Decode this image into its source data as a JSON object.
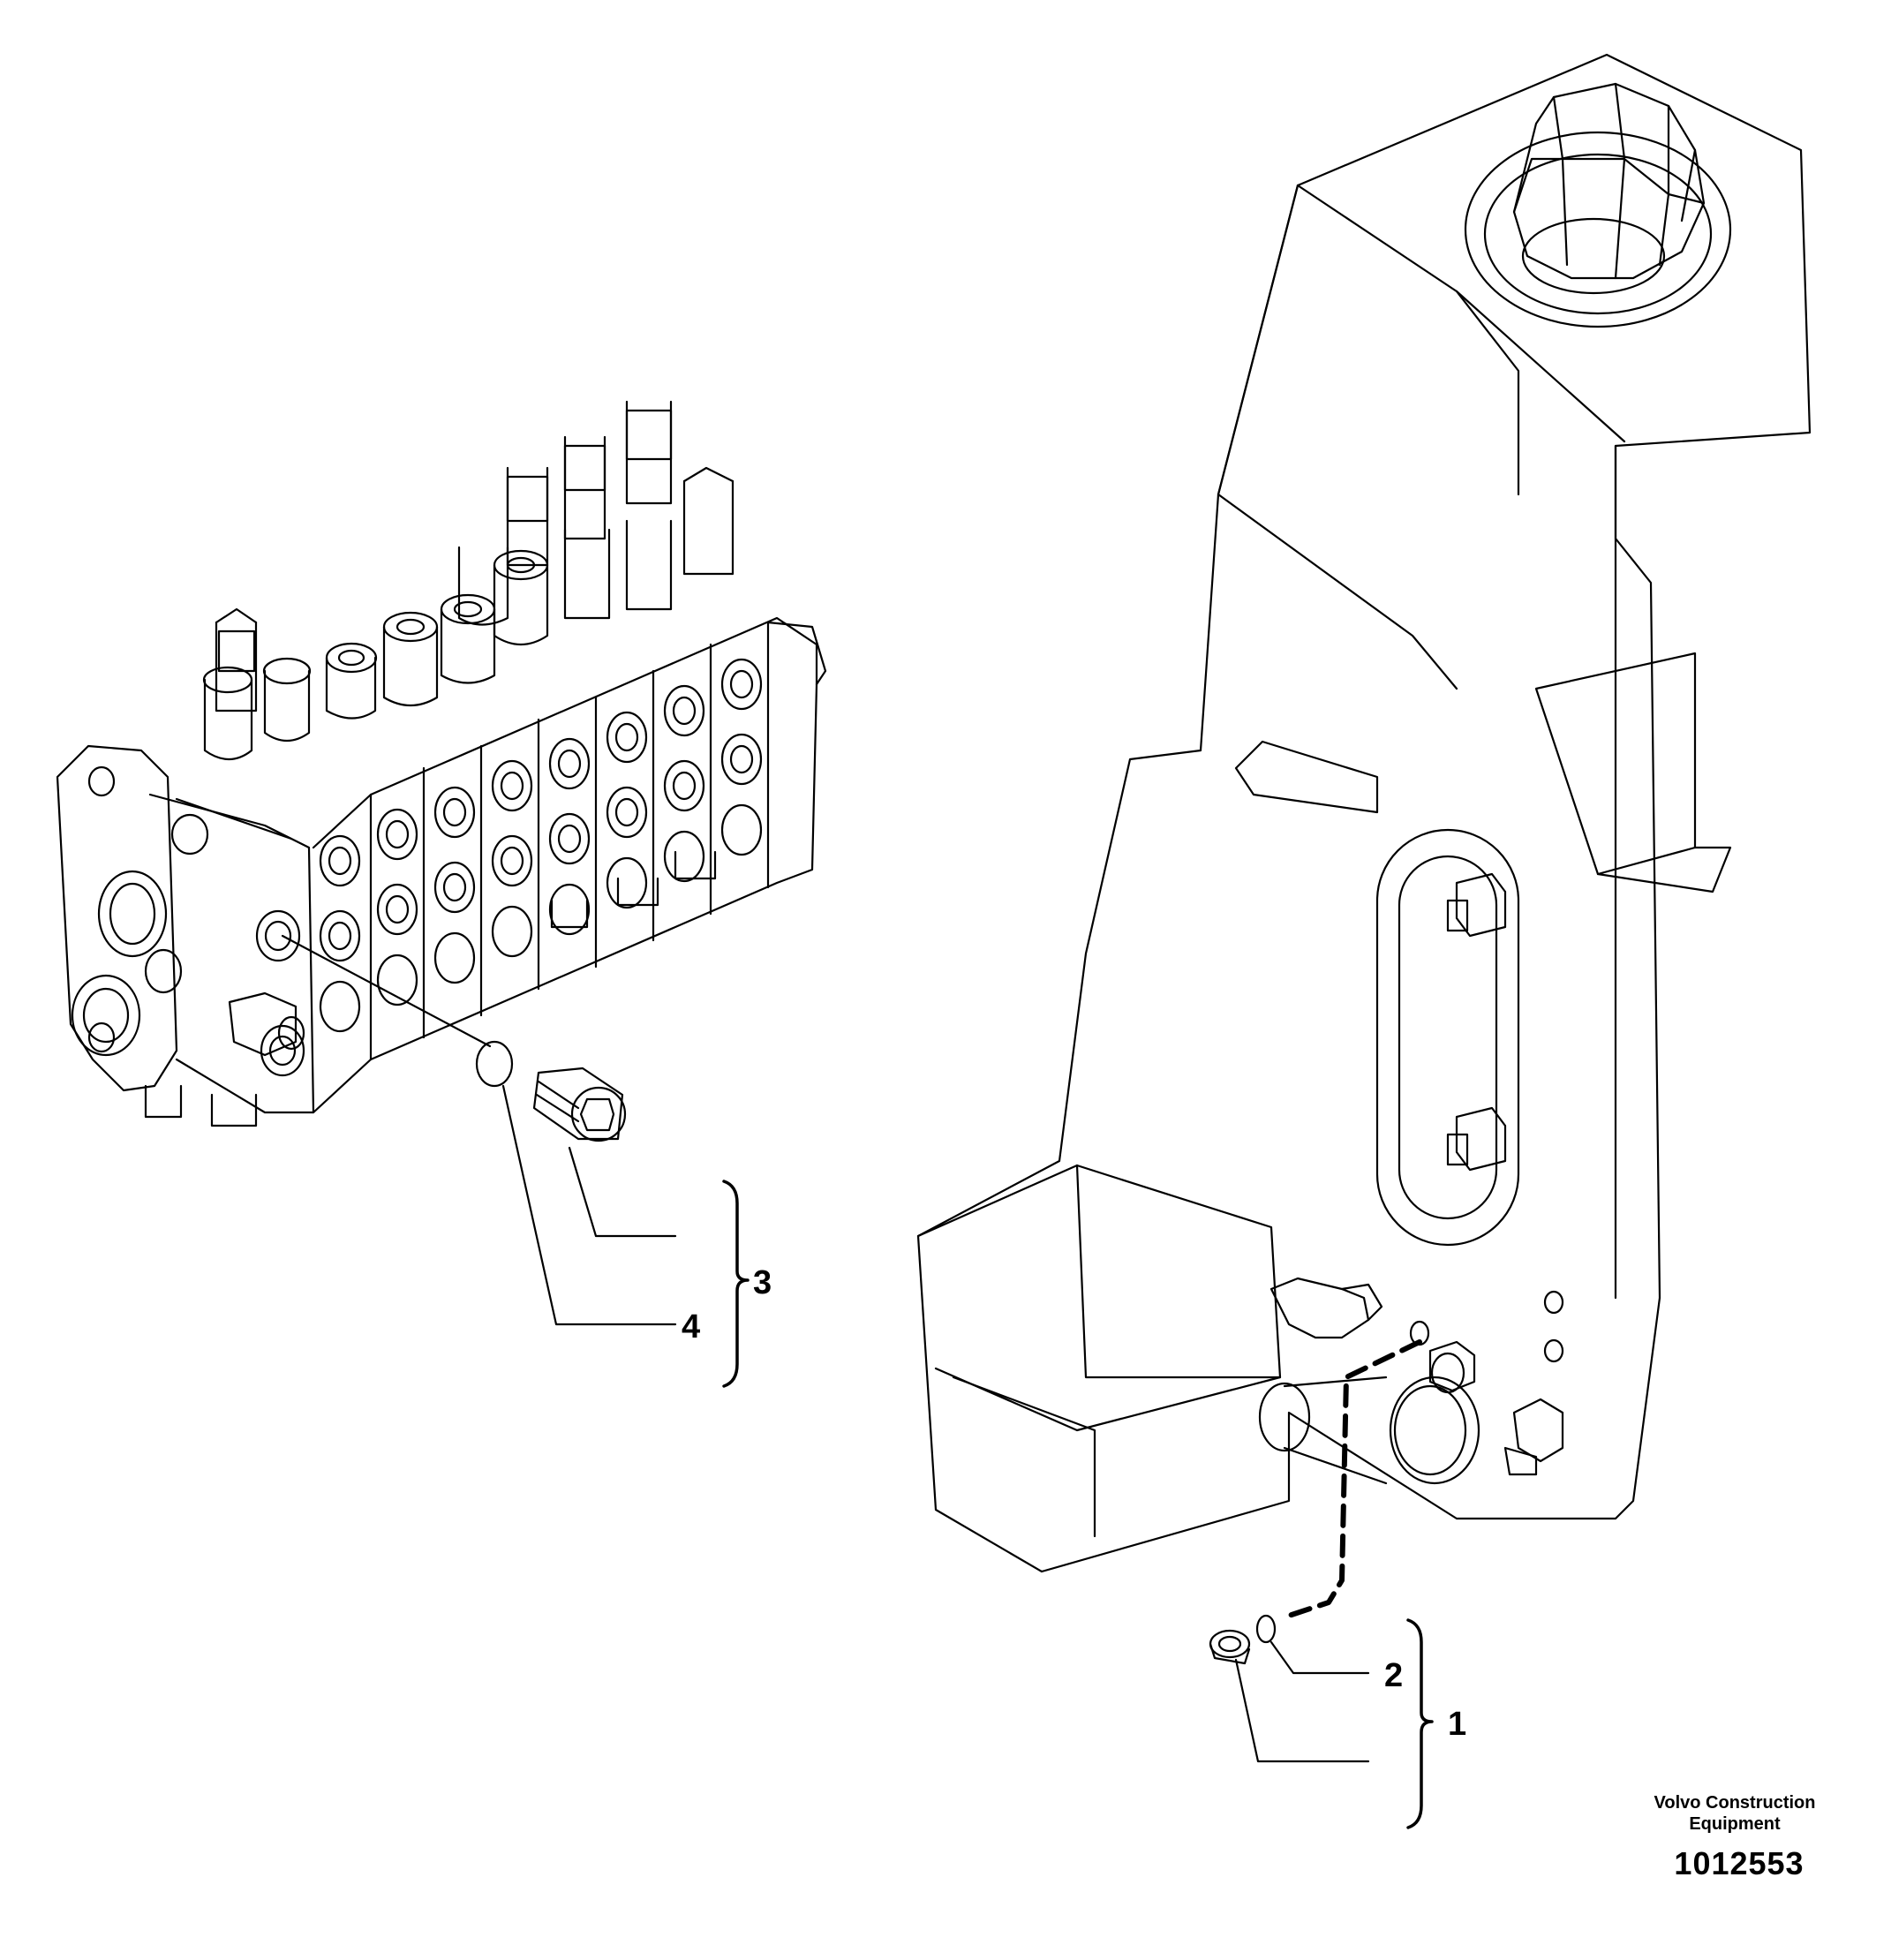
{
  "callouts": {
    "item1": "1",
    "item2": "2",
    "item3": "3",
    "item4": "4"
  },
  "footer": {
    "brand_line1": "Volvo Construction",
    "brand_line2": "Equipment",
    "document_number": "1012553"
  },
  "colors": {
    "line": "#000000",
    "background": "#ffffff"
  }
}
